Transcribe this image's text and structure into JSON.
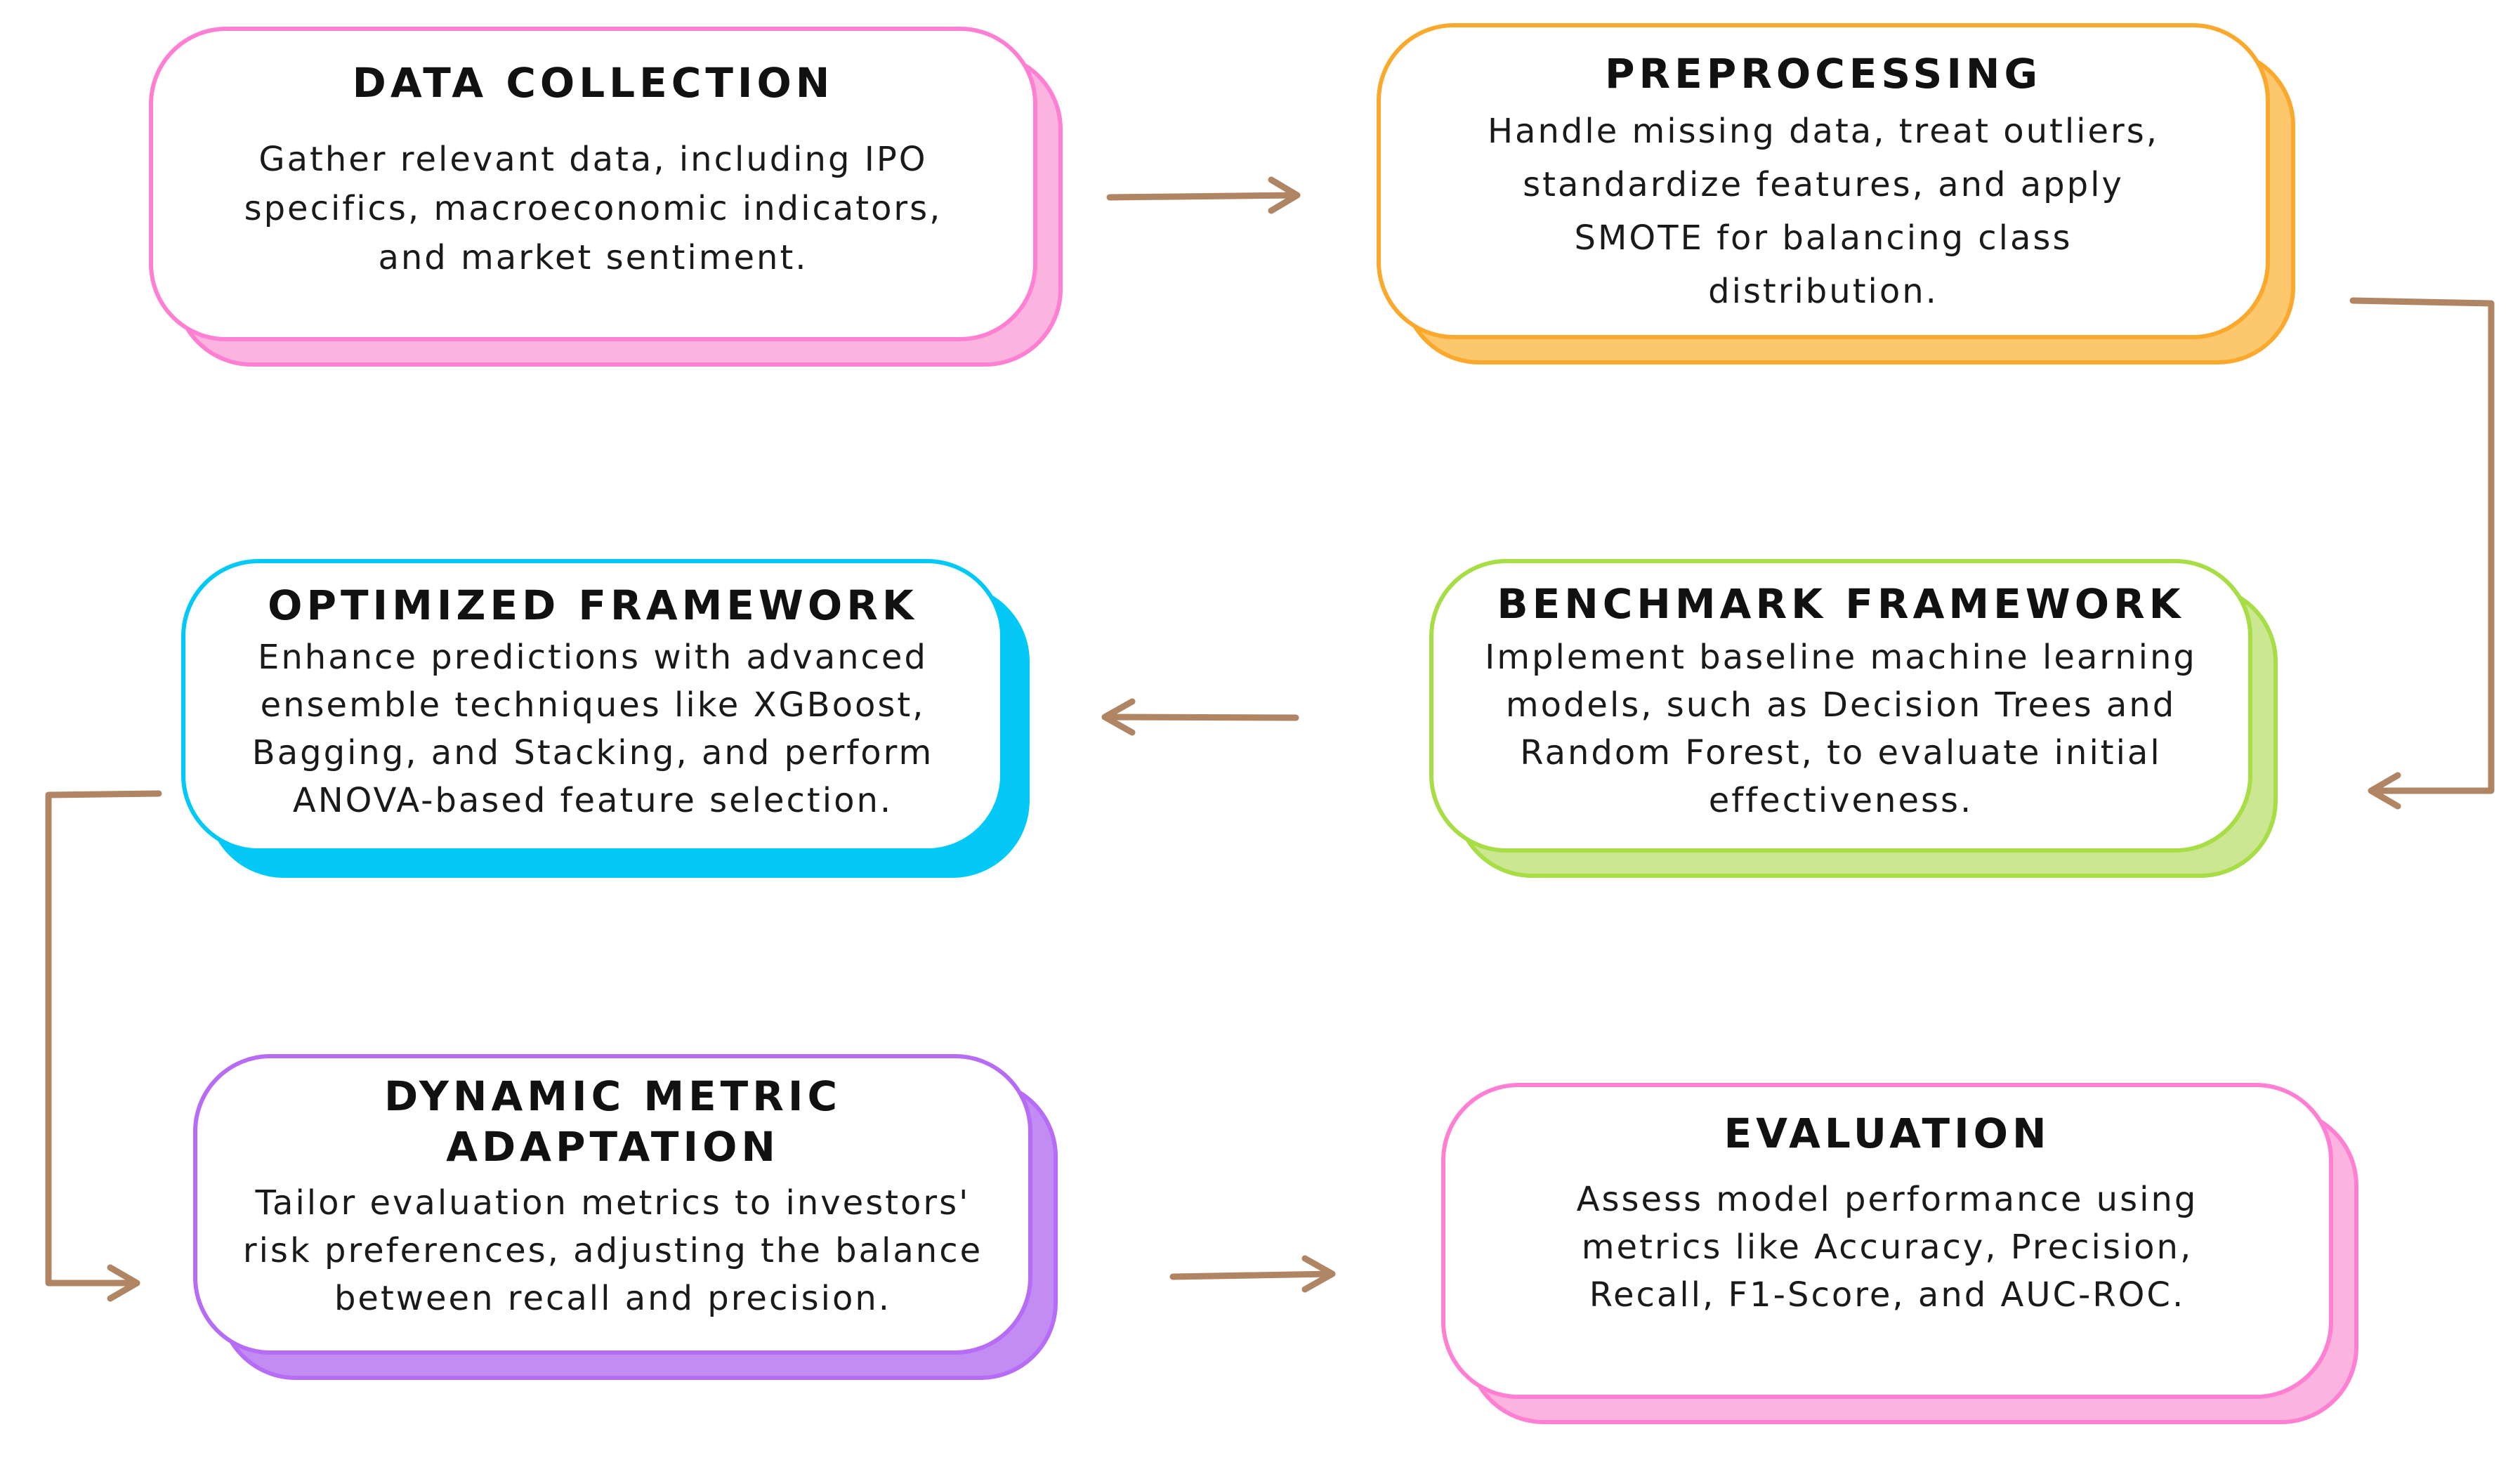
{
  "colors": {
    "connector": "#b08563",
    "pink": "#ff7fd2",
    "pink_shadow": "#fbb3df",
    "orange": "#fba92d",
    "orange_shadow": "#fdc76d",
    "cyan": "#00c9f7",
    "cyan_shadow": "#05c7f6",
    "green": "#a7dd45",
    "green_shadow": "#cbe792",
    "purple": "#b66cf5",
    "purple_shadow": "#c38cf3"
  },
  "steps": {
    "data_collection": {
      "title": "DATA COLLECTION",
      "desc": "Gather relevant data, including IPO\nspecifics, macroeconomic indicators,\nand market sentiment."
    },
    "preprocessing": {
      "title": "PREPROCESSING",
      "desc": "Handle missing data, treat outliers,\nstandardize features, and apply\nSMOTE for balancing class\ndistribution."
    },
    "benchmark": {
      "title": "BENCHMARK FRAMEWORK",
      "desc": "Implement baseline machine learning\nmodels, such as Decision Trees and\nRandom Forest, to evaluate initial\neffectiveness."
    },
    "optimized": {
      "title": "OPTIMIZED FRAMEWORK",
      "desc": "Enhance predictions with advanced\nensemble techniques like XGBoost,\nBagging, and Stacking, and perform\nANOVA-based feature selection."
    },
    "dynamic": {
      "title": "DYNAMIC METRIC ADAPTATION",
      "desc": "Tailor evaluation metrics to investors'\nrisk preferences, adjusting the balance\nbetween recall and precision."
    },
    "evaluation": {
      "title": "EVALUATION",
      "desc": "Assess model performance using\nmetrics like Accuracy, Precision,\nRecall, F1-Score, and AUC-ROC."
    }
  }
}
